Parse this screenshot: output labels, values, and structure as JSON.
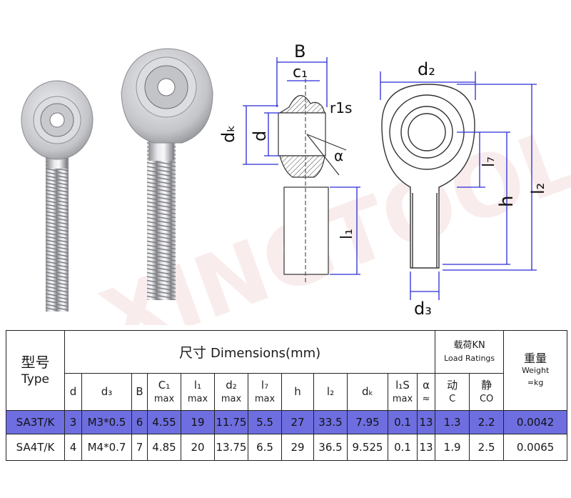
{
  "watermark": "XINGTOOL",
  "dim_labels": {
    "B": "B",
    "c1": "c₁",
    "r1s": "r1s",
    "dk": "dₖ",
    "d": "d",
    "alpha": "α",
    "l1": "l₁",
    "d2": "d₂",
    "l7": "l₇",
    "h": "h",
    "l2": "l₂",
    "d3": "d₃"
  },
  "table": {
    "type_cn": "型号",
    "type_en": "Type",
    "dims_cn": "尺寸",
    "dims_en": "Dimensions(mm)",
    "load_cn": "载荷KN",
    "load_en": "Load Ratings",
    "weight_cn": "重量",
    "weight_en": "Weight",
    "weight_unit": "=kg",
    "columns": [
      {
        "top": "d",
        "bottom": ""
      },
      {
        "top": "d₃",
        "bottom": ""
      },
      {
        "top": "B",
        "bottom": ""
      },
      {
        "top": "C₁",
        "bottom": "max"
      },
      {
        "top": "l₁",
        "bottom": "max"
      },
      {
        "top": "d₂",
        "bottom": "max"
      },
      {
        "top": "l₇",
        "bottom": "max"
      },
      {
        "top": "h",
        "bottom": ""
      },
      {
        "top": "l₂",
        "bottom": ""
      },
      {
        "top": "dₖ",
        "bottom": ""
      },
      {
        "top": "l₁S",
        "bottom": "max"
      },
      {
        "top": "α",
        "bottom": "≈"
      },
      {
        "top": "动",
        "bottom": "C"
      },
      {
        "top": "静",
        "bottom": "CO"
      }
    ],
    "rows": [
      {
        "type": "SA3T/K",
        "d": "3",
        "d3": "M3*0.5",
        "B": "6",
        "C1": "4.55",
        "l1": "19",
        "d2": "11.75",
        "l7": "5.5",
        "h": "27",
        "l2": "33.5",
        "dk": "7.95",
        "l1s": "0.1",
        "alpha": "13",
        "C": "1.3",
        "CO": "2.2",
        "weight": "0.0042"
      },
      {
        "type": "SA4T/K",
        "d": "4",
        "d3": "M4*0.7",
        "B": "7",
        "C1": "4.85",
        "l1": "20",
        "d2": "13.75",
        "l7": "6.5",
        "h": "29",
        "l2": "36.5",
        "dk": "9.525",
        "l1s": "0.1",
        "alpha": "13",
        "C": "1.9",
        "CO": "2.5",
        "weight": "0.0065"
      }
    ]
  },
  "colors": {
    "dimension": "#2a2ad8",
    "highlight_row": "#6e6ee0",
    "metal": "#c9c9cc"
  }
}
